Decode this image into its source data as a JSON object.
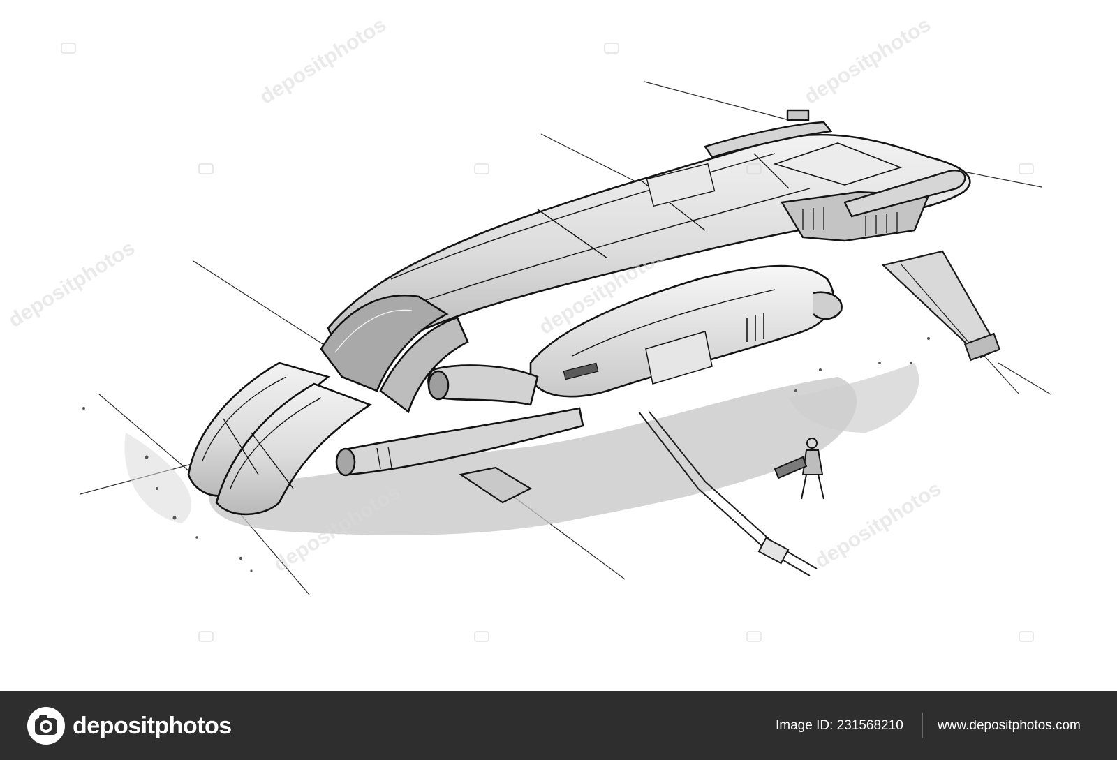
{
  "watermark": {
    "text": "depositphotos"
  },
  "footer": {
    "brand_name": "depositphotos",
    "image_id_label": "Image ID:",
    "image_id_value": "231568210",
    "site_url": "www.depositphotos.com",
    "background_color": "#2e2e2e",
    "text_color": "#ffffff"
  },
  "icons": {
    "brand_logo": "camera-aperture-icon"
  }
}
